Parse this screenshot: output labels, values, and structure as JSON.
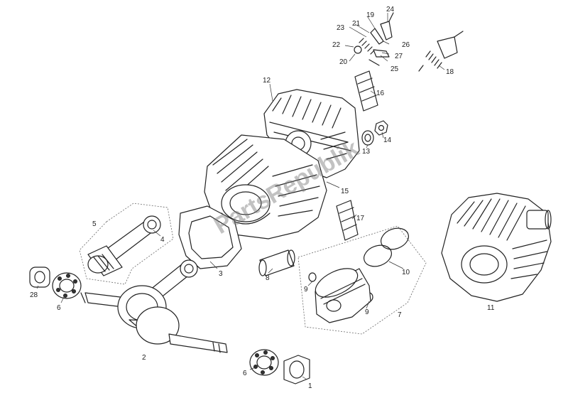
{
  "watermark": "PartsRepublik",
  "callouts": {
    "c1": "1",
    "c2": "2",
    "c3": "3",
    "c4": "4",
    "c5": "5",
    "c6a": "6",
    "c6b": "6",
    "c7": "7",
    "c8": "8",
    "c9a": "9",
    "c9b": "9",
    "c10": "10",
    "c11": "11",
    "c12": "12",
    "c13": "13",
    "c14": "14",
    "c15": "15",
    "c16": "16",
    "c17": "17",
    "c18": "18",
    "c19": "19",
    "c20": "20",
    "c21": "21",
    "c22": "22",
    "c23": "23",
    "c24": "24",
    "c25": "25",
    "c26": "26",
    "c27": "27",
    "c28": "28"
  }
}
